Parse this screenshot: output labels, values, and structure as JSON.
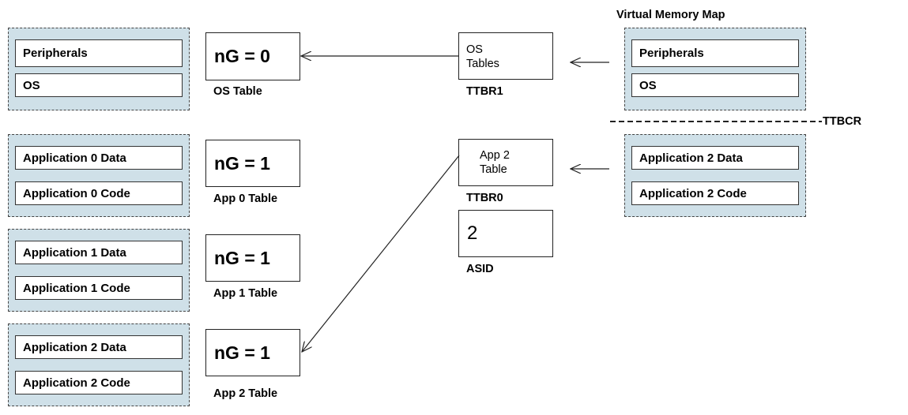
{
  "physical_memory": [
    {
      "segments": [
        "Peripherals",
        "OS"
      ]
    },
    {
      "segments": [
        "Application 0 Data",
        "Application 0 Code"
      ]
    },
    {
      "segments": [
        "Application 1 Data",
        "Application 1 Code"
      ]
    },
    {
      "segments": [
        "Application 2 Data",
        "Application 2 Code"
      ]
    }
  ],
  "tables": [
    {
      "value": "nG = 0",
      "label": "OS Table"
    },
    {
      "value": "nG = 1",
      "label": "App 0 Table"
    },
    {
      "value": "nG = 1",
      "label": "App 1 Table"
    },
    {
      "value": "nG = 1",
      "label": "App 2 Table"
    }
  ],
  "registers": {
    "ttbr1": {
      "line1": "OS",
      "line2": "Tables",
      "label": "TTBR1"
    },
    "ttbr0": {
      "line1": "App 2",
      "line2": "Table",
      "label": "TTBR0"
    },
    "asid": {
      "value": "2",
      "label": "ASID"
    }
  },
  "virtual_memory": {
    "title": "Virtual Memory Map",
    "upper": [
      "Peripherals",
      "OS"
    ],
    "lower": [
      "Application 2 Data",
      "Application 2 Code"
    ]
  },
  "ttbcr_label": "TTBCR"
}
